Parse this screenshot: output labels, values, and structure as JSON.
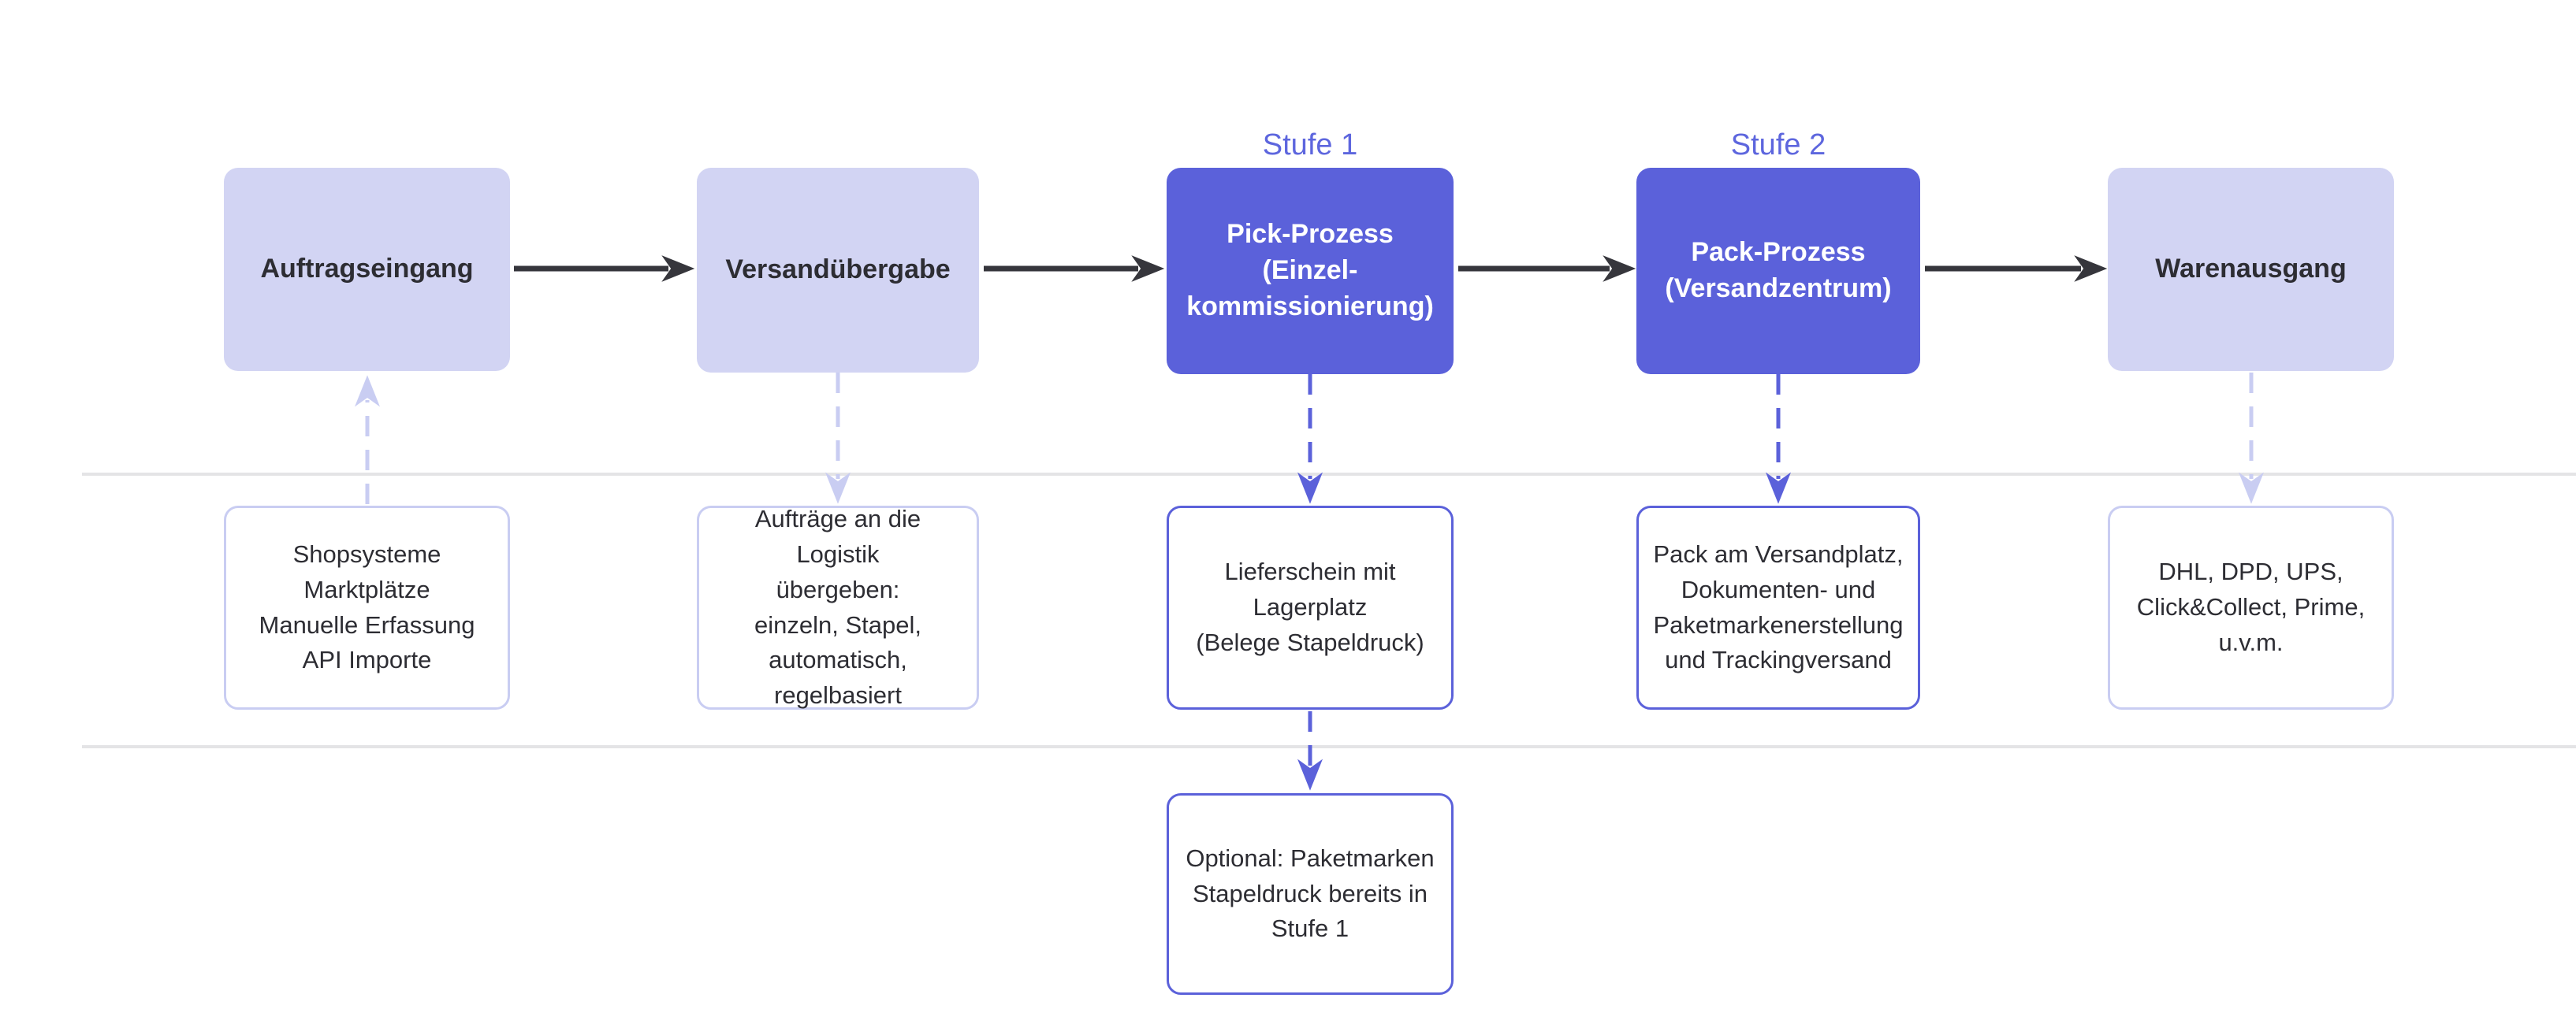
{
  "diagram": {
    "stage_labels": {
      "stage1": "Stufe 1",
      "stage2": "Stufe 2"
    },
    "main_flow": [
      {
        "label": "Auftragseingang"
      },
      {
        "label": "Versandübergabe"
      },
      {
        "label": "Pick-Prozess\n(Einzel-\nkommissionierung)"
      },
      {
        "label": "Pack-Prozess\n(Versandzentrum)"
      },
      {
        "label": "Warenausgang"
      }
    ],
    "details": [
      {
        "text": "Shopsysteme\nMarktplätze\nManuelle Erfassung\nAPI Importe"
      },
      {
        "text": "Aufträge an die Logistik\nübergeben:\neinzeln, Stapel,\nautomatisch,\nregelbasiert"
      },
      {
        "text": "Lieferschein mit\nLagerplatz\n(Belege Stapeldruck)"
      },
      {
        "text": "Pack am Versandplatz,\nDokumenten- und\nPaketmarkenerstellung\nund Trackingversand"
      },
      {
        "text": "DHL, DPD, UPS,\nClick&Collect, Prime,\nu.v.m."
      }
    ],
    "optional_note": "Optional: Paketmarken\nStapeldruck bereits in\nStufe 1",
    "colors": {
      "primary_purple": "#5b61da",
      "light_lavender_fill": "#d2d4f3",
      "lavender_line": "#c9cdf2",
      "stage_label_text": "#5d66de",
      "flow_arrow_black": "#36363c",
      "divider_gray": "#e4e4e6",
      "text_dark": "#2d2d33",
      "background": "#ffffff"
    }
  }
}
